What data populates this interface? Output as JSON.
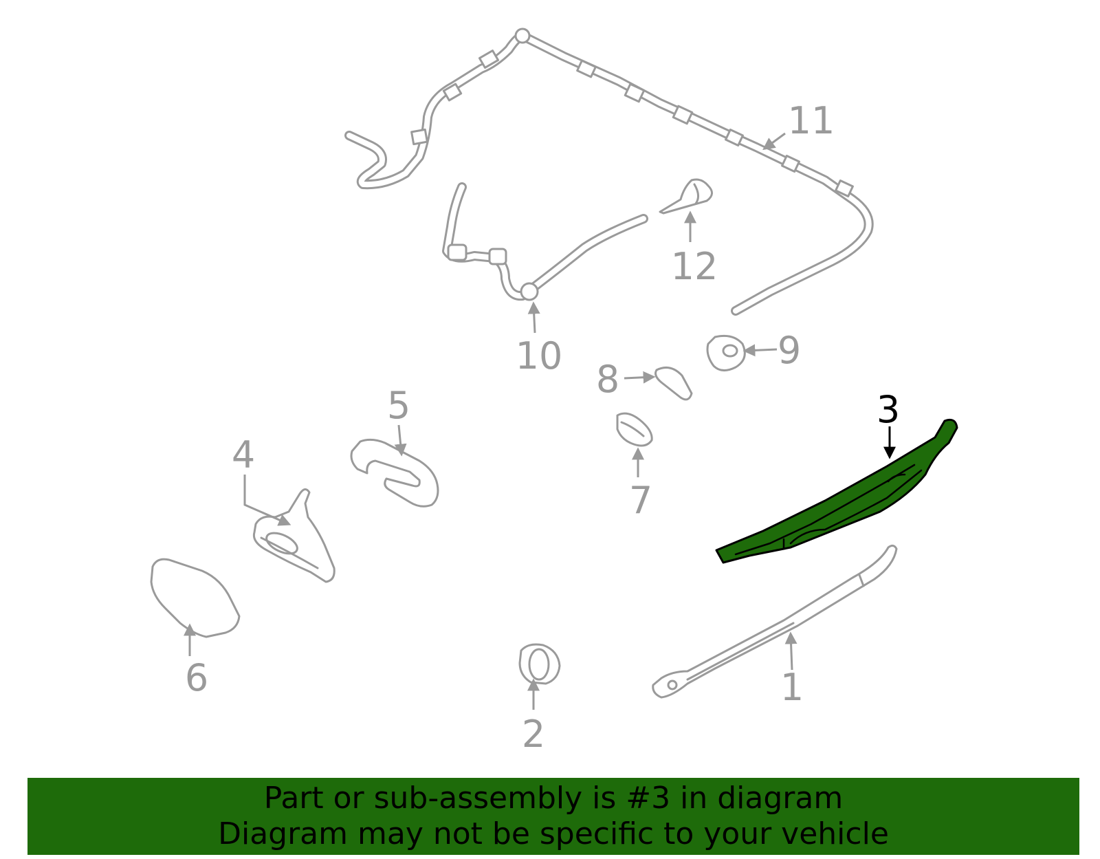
{
  "callouts": {
    "c1": "1",
    "c2": "2",
    "c3": "3",
    "c4": "4",
    "c5": "5",
    "c6": "6",
    "c7": "7",
    "c8": "8",
    "c9": "9",
    "c10": "10",
    "c11": "11",
    "c12": "12"
  },
  "highlight": {
    "part_number": "3",
    "fill_color": "#1e6b0a",
    "outline_color": "#000000"
  },
  "banner": {
    "line1": "Part or sub-assembly is #3 in diagram",
    "line2": "Diagram may not be specific to your vehicle",
    "background_color": "#1e6b0a"
  }
}
